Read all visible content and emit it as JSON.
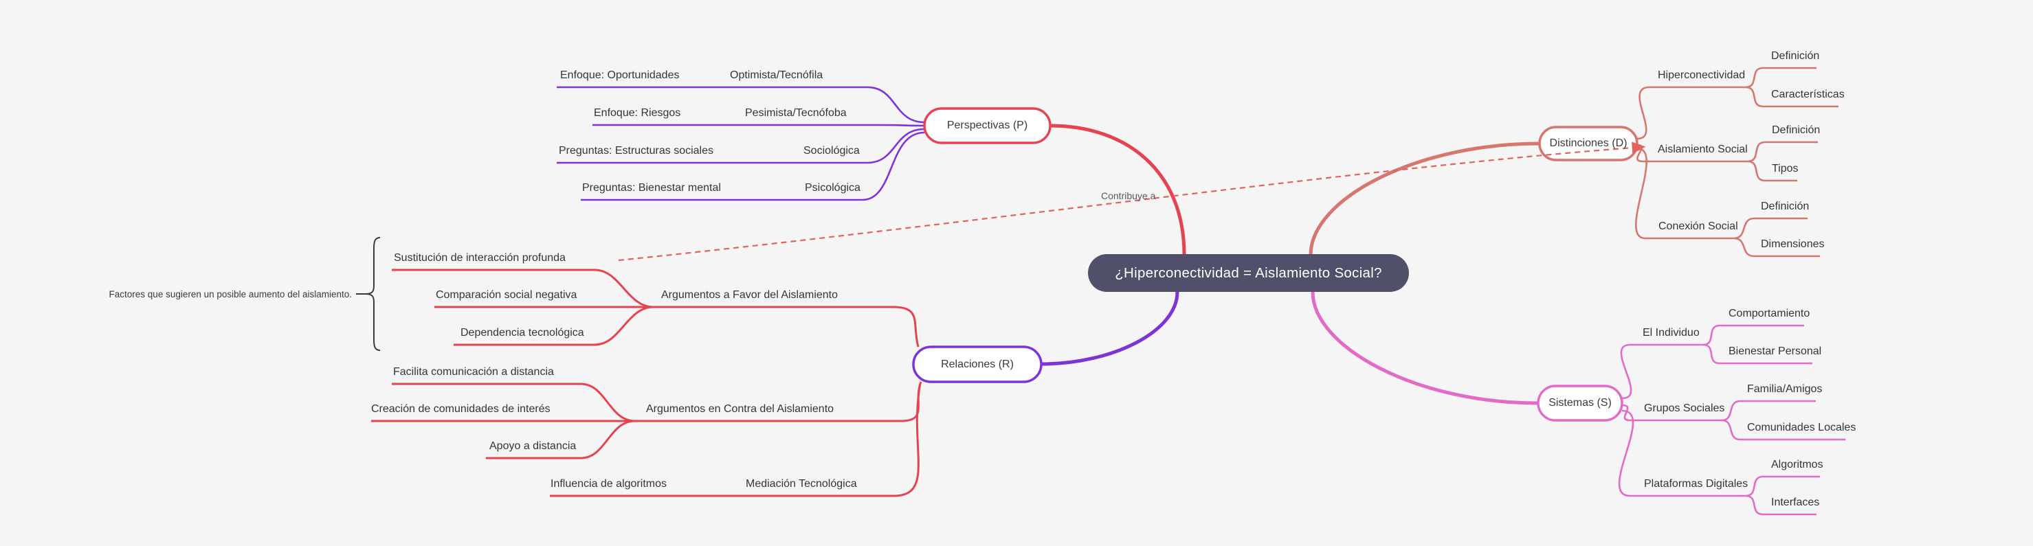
{
  "title": "¿Hiperconectividad = Aislamiento Social?",
  "palette": {
    "background": "#f5f5f6",
    "root_fill": "#50506a",
    "root_text": "#ffffff",
    "crimson": "#e64352",
    "purple": "#7d33d8",
    "salmon": "#d6776f",
    "pink": "#e36bc8",
    "text": "#353535",
    "brace": "#3a3a3a",
    "dashed_link": "#e2635c"
  },
  "root": {
    "label": "¿Hiperconectividad = Aislamiento Social?"
  },
  "branches": {
    "perspectivas": {
      "label": "Perspectivas (P)",
      "children": [
        {
          "label": "Optimista/Tecnófila",
          "child": "Enfoque: Oportunidades"
        },
        {
          "label": "Pesimista/Tecnófoba",
          "child": "Enfoque: Riesgos"
        },
        {
          "label": "Sociológica",
          "child": "Preguntas: Estructuras sociales"
        },
        {
          "label": "Psicológica",
          "child": "Preguntas: Bienestar mental"
        }
      ]
    },
    "relaciones": {
      "label": "Relaciones (R)",
      "children": [
        {
          "label": "Argumentos a Favor del Aislamiento",
          "children": [
            "Sustitución de interacción profunda",
            "Comparación social negativa",
            "Dependencia tecnológica"
          ]
        },
        {
          "label": "Argumentos en Contra del Aislamiento",
          "children": [
            "Facilita comunicación a distancia",
            "Creación de comunidades de interés",
            "Apoyo a distancia"
          ]
        },
        {
          "label": "Mediación Tecnológica",
          "children": [
            "Influencia de algoritmos"
          ]
        }
      ]
    },
    "distinciones": {
      "label": "Distinciones (D)",
      "children": [
        {
          "label": "Hiperconectividad",
          "children": [
            "Definición",
            "Características"
          ]
        },
        {
          "label": "Aislamiento Social",
          "children": [
            "Definición",
            "Tipos"
          ]
        },
        {
          "label": "Conexión Social",
          "children": [
            "Definición",
            "Dimensiones"
          ]
        }
      ]
    },
    "sistemas": {
      "label": "Sistemas (S)",
      "children": [
        {
          "label": "El Individuo",
          "children": [
            "Comportamiento",
            "Bienestar Personal"
          ]
        },
        {
          "label": "Grupos Sociales",
          "children": [
            "Familia/Amigos",
            "Comunidades Locales"
          ]
        },
        {
          "label": "Plataformas Digitales",
          "children": [
            "Algoritmos",
            "Interfaces"
          ]
        }
      ]
    }
  },
  "annotations": {
    "edge_label": "Contribuye a",
    "note": "Factores que sugieren un posible aumento del aislamiento."
  }
}
